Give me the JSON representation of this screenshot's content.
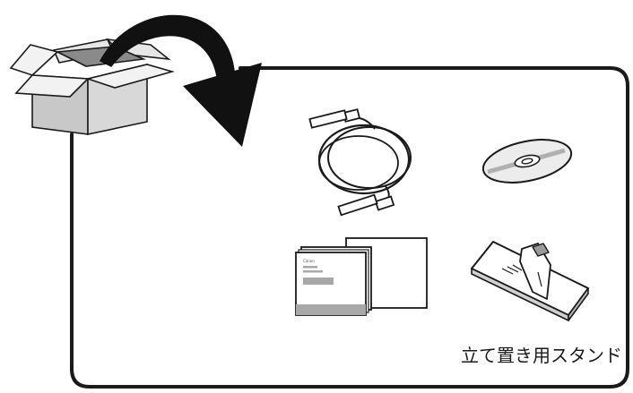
{
  "diagram": {
    "box_item": {
      "label": "",
      "icon": "open-cardboard-box"
    },
    "arrow": {
      "icon": "curved-arrow-down",
      "direction": "box-to-contents"
    },
    "contents": [
      {
        "id": "usb-cable",
        "icon": "usb-cable-coil",
        "label": ""
      },
      {
        "id": "cd-rom",
        "icon": "cd-disc",
        "label": ""
      },
      {
        "id": "manuals",
        "icon": "printed-documents",
        "label": "",
        "brand_text": "Canon"
      },
      {
        "id": "stand",
        "icon": "stand-base",
        "label": "立て置き用スタンド"
      }
    ],
    "colors": {
      "outline": "#1a1a1a",
      "box_front": "#c8c8c8",
      "box_side": "#e6e6e6",
      "box_inner": "#8a8a8a",
      "document_gray": "#a8a8a8",
      "cd_surface": "#ececec"
    }
  }
}
